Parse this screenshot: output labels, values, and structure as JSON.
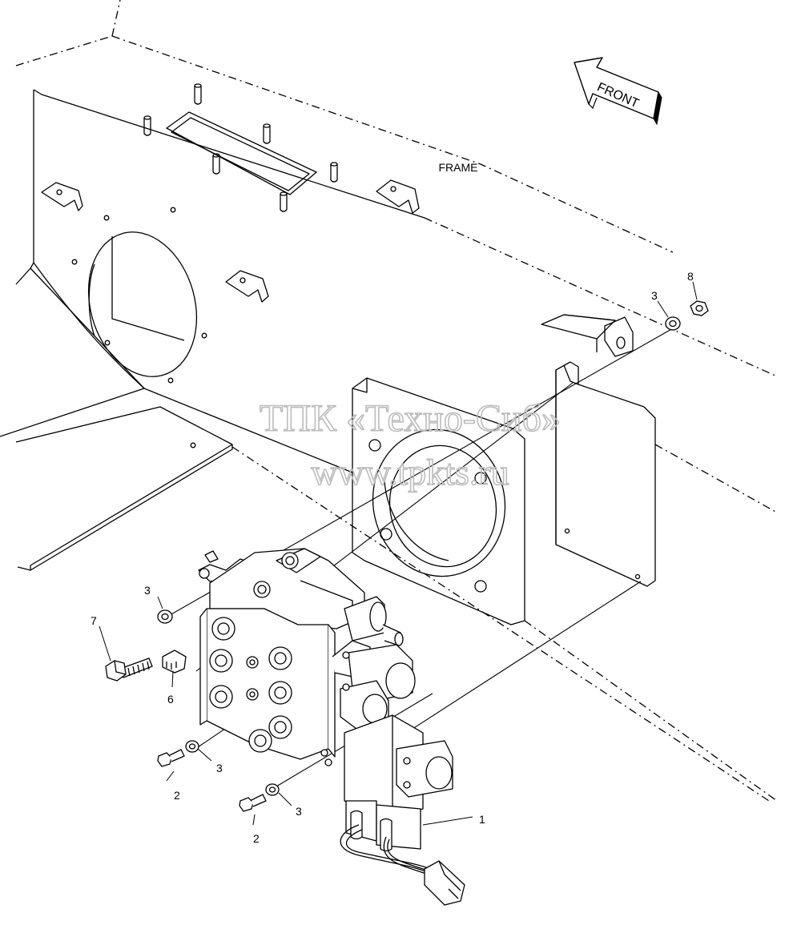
{
  "diagram": {
    "frame_label": "FRAME",
    "direction_label": "FRONT",
    "watermark": {
      "line1": "ТПК «Техно-Сиб»",
      "line2": "www.tpkts.ru"
    },
    "callouts": [
      {
        "id": "part-1",
        "label": "1"
      },
      {
        "id": "part-2a",
        "label": "2"
      },
      {
        "id": "part-2b",
        "label": "2"
      },
      {
        "id": "part-3a",
        "label": "3"
      },
      {
        "id": "part-3b",
        "label": "3"
      },
      {
        "id": "part-3c",
        "label": "3"
      },
      {
        "id": "part-3d",
        "label": "3"
      },
      {
        "id": "part-6",
        "label": "6"
      },
      {
        "id": "part-7",
        "label": "7"
      },
      {
        "id": "part-8",
        "label": "8"
      }
    ]
  }
}
